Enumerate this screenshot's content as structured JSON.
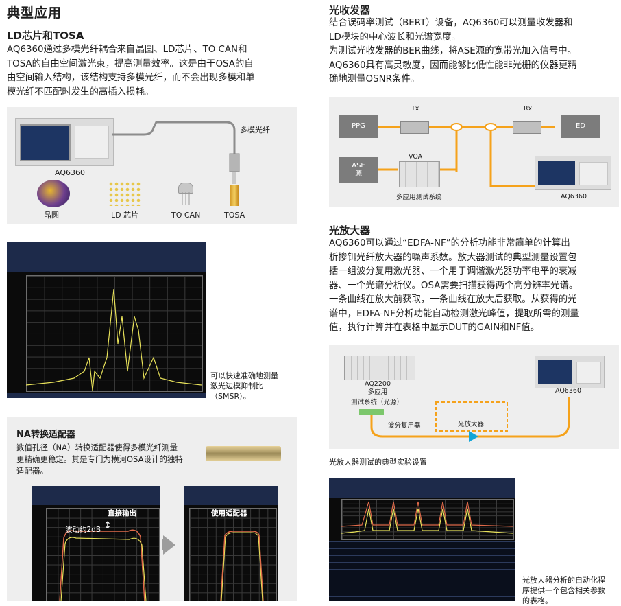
{
  "left": {
    "section_title": "典型应用",
    "ld": {
      "heading": "LD芯片和TOSA",
      "lines": [
        "AQ6360通过多模光纤耦合来自晶圆、LD芯片、TO CAN和",
        "TOSA的自由空间激光束，提高测量效率。这是由于OSA的自",
        "由空间输入结构，该结构支持多模光纤，而不会出现多模和单",
        "模光纤不匹配时发生的高插入损耗。"
      ]
    },
    "figure1": {
      "instrument_label": "AQ6360",
      "fiber_label": "多模光纤",
      "items": [
        "晶圆",
        "LD 芯片",
        "TO CAN",
        "TOSA"
      ]
    },
    "smsr": {
      "caption_lines": [
        "可以快速准确地测量",
        "激光边模抑制比",
        "（SMSR）。"
      ]
    },
    "na": {
      "heading": "NA转换适配器",
      "lines": [
        "数值孔径（NA）转换适配器使得多模光纤测量",
        "更精确更稳定。其是专门为横河OSA设计的独特",
        "适配器。"
      ],
      "direct_label": "直接输出",
      "adapter_label": "使用适配器",
      "ripple_label": "波动约2dB"
    }
  },
  "right": {
    "transceiver": {
      "heading": "光收发器",
      "lines": [
        "结合误码率测试（BERT）设备，AQ6360可以测量收发器和",
        "LD模块的中心波长和光谱宽度。",
        "为测试光收发器的BER曲线，将ASE源的宽带光加入信号中。",
        "AQ6360具有高灵敏度，因而能够比低性能非光栅的仪器更精",
        "确地测量OSNR条件。"
      ],
      "diagram": {
        "ppg": "PPG",
        "tx": "Tx",
        "rx": "Rx",
        "ed": "ED",
        "voa": "VOA",
        "ase_line1": "ASE",
        "ase_line2": "源",
        "system_label": "多应用测试系统",
        "instrument_label": "AQ6360"
      }
    },
    "amplifier": {
      "heading": "光放大器",
      "lines": [
        "AQ6360可以通过“EDFA-NF”的分析功能非常简单的计算出",
        "析掺铒光纤放大器的噪声系数。放大器测试的典型测量设置包",
        "括一组波分复用激光器、一个用于调谐激光器功率电平的衰减",
        "器、一个光谱分析仪。OSA需要扫描获得两个高分辨率光谱。",
        "一条曲线在放大前获取，一条曲线在放大后获取。从获得的光",
        "谱中，EDFA-NF分析功能自动检测激光峰值，提取所需的测量",
        "值，执行计算并在表格中显示DUT的GAIN和NF值。"
      ],
      "diagram": {
        "source_line1": "AQ2200",
        "source_line2": "多应用",
        "source_line3": "测试系统（光源）",
        "instrument_label": "AQ6360",
        "mux_label": "波分复用器",
        "amp_label": "光放大器"
      },
      "setup_caption": "光放大器测试的典型实验设置",
      "table_caption_lines": [
        "光放大器分析的自动化程",
        "序提供一个包含相关参数",
        "的表格。"
      ]
    }
  },
  "colors": {
    "orange": "#f5a21b",
    "cyan": "#14a6d8",
    "panel": "#eeeeee",
    "trace_yellow": "#e8e25a",
    "trace_red": "#e06a4a"
  }
}
